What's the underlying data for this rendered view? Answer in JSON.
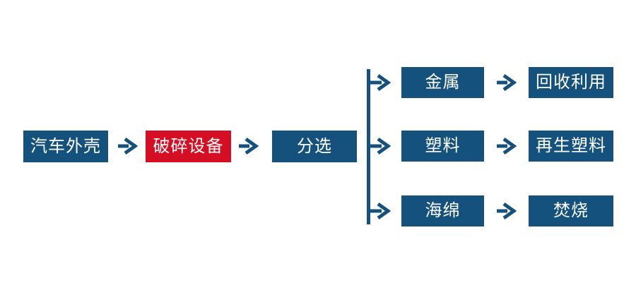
{
  "flowchart": {
    "colors": {
      "node_blue": "#15517d",
      "node_red": "#d60e23",
      "arrow_blue": "#15517d",
      "text": "#ffffff",
      "background": "#ffffff"
    },
    "source": {
      "label": "汽车外壳"
    },
    "crusher": {
      "label": "破碎设备"
    },
    "sorting": {
      "label": "分选"
    },
    "branches": [
      {
        "material": "金属",
        "outcome": "回收利用"
      },
      {
        "material": "塑料",
        "outcome": "再生塑料"
      },
      {
        "material": "海绵",
        "outcome": "焚烧"
      }
    ]
  }
}
